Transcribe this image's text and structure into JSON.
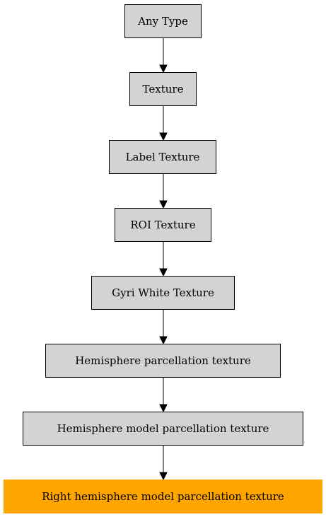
{
  "colors": {
    "node_fill": "#d3d3d3",
    "highlight_fill": "#ffa500",
    "edge": "#000000"
  },
  "nodes": [
    {
      "id": "any-type",
      "label": "Any Type",
      "highlight": false
    },
    {
      "id": "texture",
      "label": "Texture",
      "highlight": false
    },
    {
      "id": "label-texture",
      "label": "Label Texture",
      "highlight": false
    },
    {
      "id": "roi-texture",
      "label": "ROI Texture",
      "highlight": false
    },
    {
      "id": "gyri-white-texture",
      "label": "Gyri White Texture",
      "highlight": false
    },
    {
      "id": "hemisphere-parcellation-texture",
      "label": "Hemisphere parcellation texture",
      "highlight": false
    },
    {
      "id": "hemisphere-model-parcellation-texture",
      "label": "Hemisphere model parcellation texture",
      "highlight": false
    },
    {
      "id": "right-hemisphere-model-parcellation-texture",
      "label": "Right hemisphere model parcellation texture",
      "highlight": true
    }
  ],
  "edges": [
    {
      "from": "any-type",
      "to": "texture"
    },
    {
      "from": "texture",
      "to": "label-texture"
    },
    {
      "from": "label-texture",
      "to": "roi-texture"
    },
    {
      "from": "roi-texture",
      "to": "gyri-white-texture"
    },
    {
      "from": "gyri-white-texture",
      "to": "hemisphere-parcellation-texture"
    },
    {
      "from": "hemisphere-parcellation-texture",
      "to": "hemisphere-model-parcellation-texture"
    },
    {
      "from": "hemisphere-model-parcellation-texture",
      "to": "right-hemisphere-model-parcellation-texture"
    }
  ]
}
